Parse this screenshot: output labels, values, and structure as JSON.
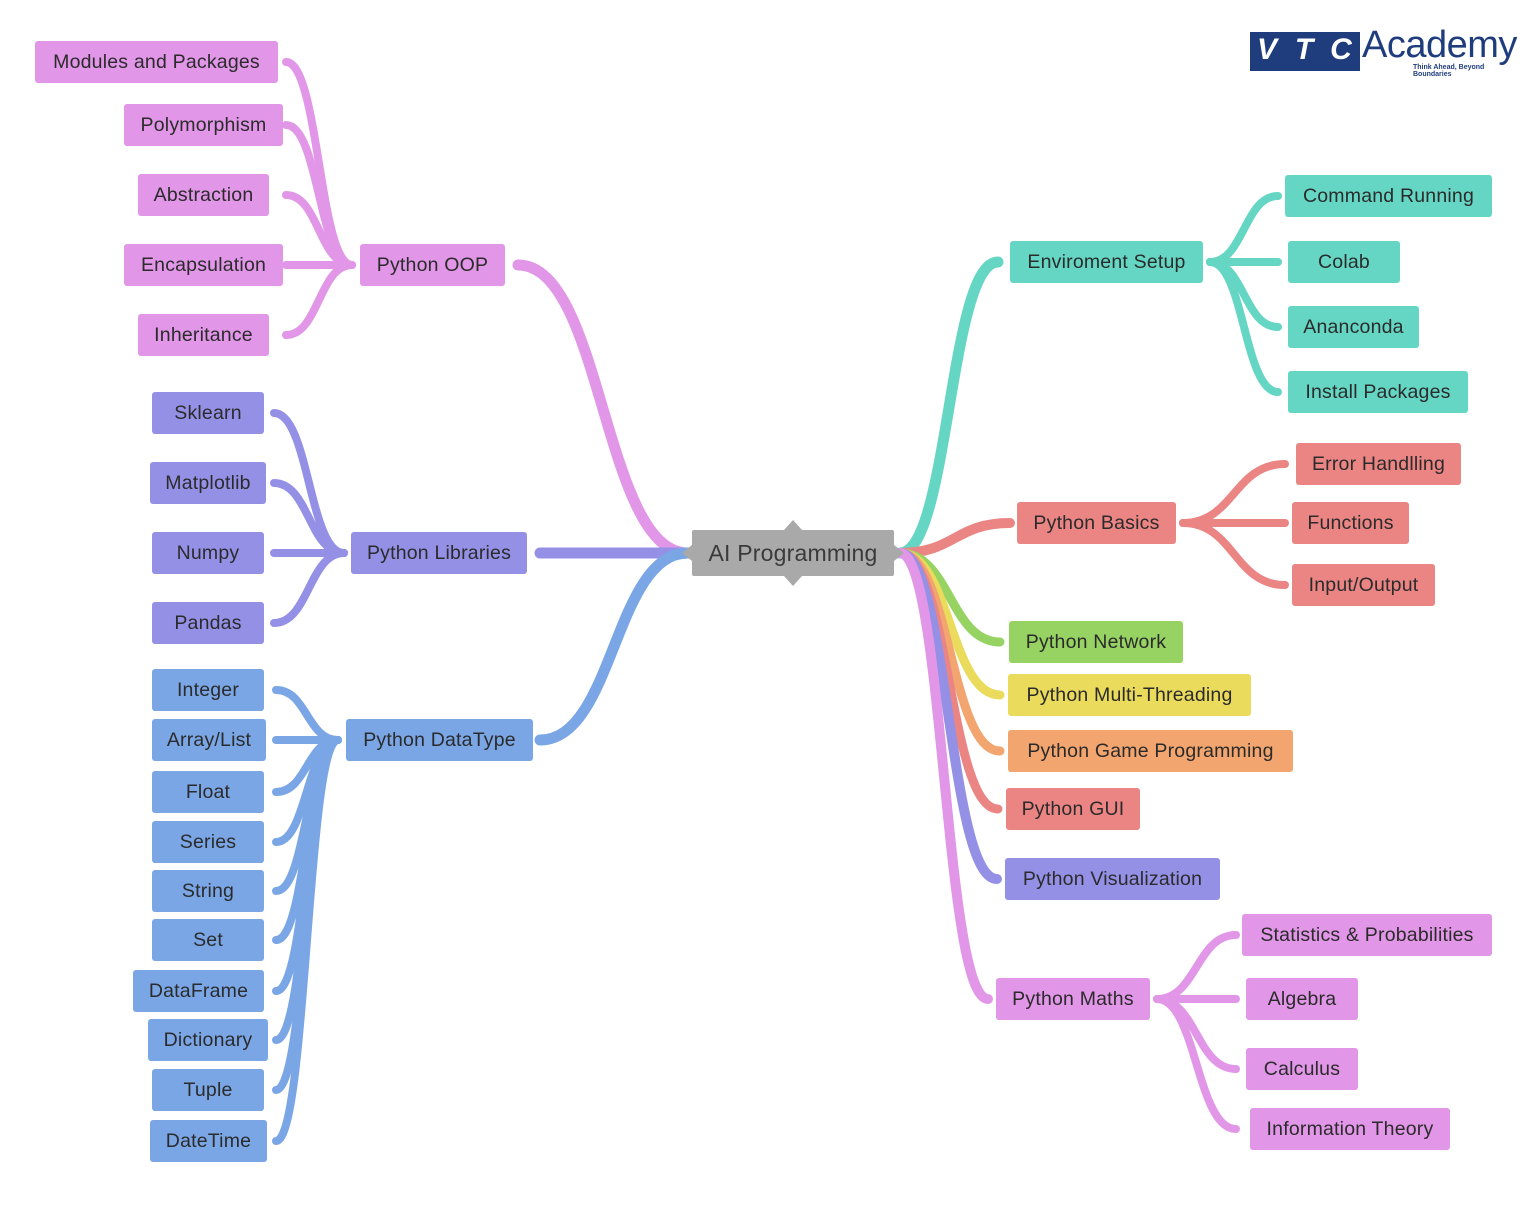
{
  "logo": {
    "letters": [
      "V",
      "T",
      "C"
    ],
    "word": "Academy",
    "tagline": "Think Ahead, Beyond Boundaries"
  },
  "root": "AI Programming",
  "branches": {
    "oop": {
      "label": "Python OOP",
      "color": "#e196e8",
      "children": [
        "Modules and Packages",
        "Polymorphism",
        "Abstraction",
        "Encapsulation",
        "Inheritance"
      ]
    },
    "libraries": {
      "label": "Python Libraries",
      "color": "#9490e6",
      "children": [
        "Sklearn",
        "Matplotlib",
        "Numpy",
        "Pandas"
      ]
    },
    "datatype": {
      "label": "Python DataType",
      "color": "#7aa6e6",
      "children": [
        "Integer",
        "Array/List",
        "Float",
        "Series",
        "String",
        "Set",
        "DataFrame",
        "Dictionary",
        "Tuple",
        "DateTime"
      ]
    },
    "env": {
      "label": "Enviroment Setup",
      "color": "#64d6c3",
      "children": [
        "Command Running",
        "Colab",
        "Ananconda",
        "Install Packages"
      ]
    },
    "basics": {
      "label": "Python Basics",
      "color": "#ea8584",
      "children": [
        "Error Handlling",
        "Functions",
        "Input/Output"
      ]
    },
    "network": {
      "label": "Python Network",
      "color": "#96d363"
    },
    "threading": {
      "label": "Python Multi-Threading",
      "color": "#eadb5c"
    },
    "game": {
      "label": "Python Game Programming",
      "color": "#f2a56e"
    },
    "gui": {
      "label": "Python GUI",
      "color": "#ea8584"
    },
    "visualization": {
      "label": "Python Visualization",
      "color": "#9490e6"
    },
    "maths": {
      "label": "Python Maths",
      "color": "#e196e8",
      "children": [
        "Statistics & Probabilities",
        "Algebra",
        "Calculus",
        "Information Theory"
      ]
    }
  }
}
